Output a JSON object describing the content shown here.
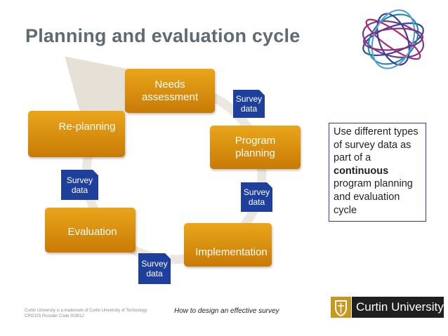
{
  "slide": {
    "title": "Planning and evaluation cycle",
    "stages": {
      "needs": "Needs assessment",
      "program": "Program planning",
      "implementation": "Implementation",
      "evaluation": "Evaluation",
      "replanning": "Re-planning"
    },
    "survey_tag": "Survey data",
    "side_note": {
      "before": "Use different types of survey data as part of a ",
      "bold": "continuous",
      "after": " program planning and evaluation cycle"
    },
    "footer": {
      "left_line1": "Curtin University is a trademark of Curtin University of Technology",
      "left_line2": "CRICOS Provider Code 00301J",
      "center": "How to design an effective survey"
    },
    "brand": {
      "name": "Curtin University",
      "crest_icon": "curtin-crest-icon"
    }
  },
  "colors": {
    "title": "#5f6a73",
    "box_top": "#e9a61a",
    "box_bottom": "#c97a06",
    "survey": "#1e3f9b",
    "ring": "#ece7df"
  }
}
